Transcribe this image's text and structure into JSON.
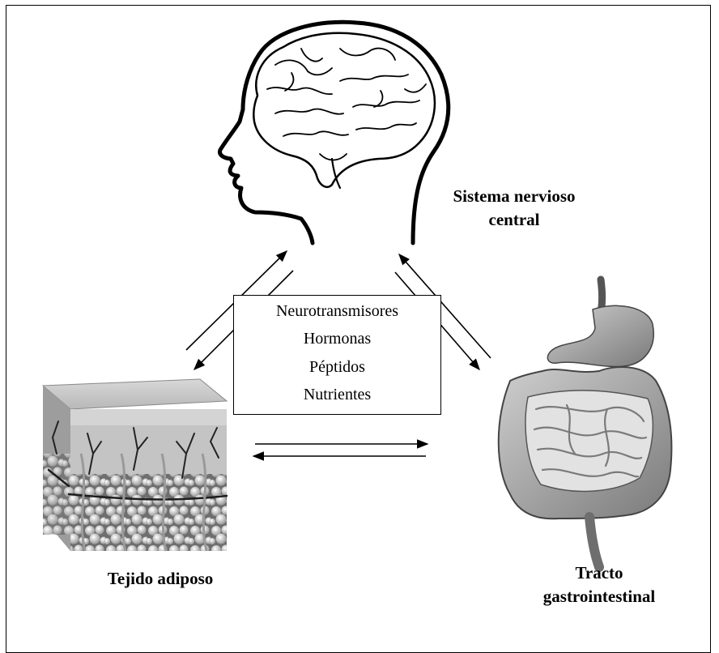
{
  "labels": {
    "cns_line1": "Sistema nervioso",
    "cns_line2": "central",
    "adipose": "Tejido adiposo",
    "gi_line1": "Tracto",
    "gi_line2": "gastrointestinal"
  },
  "center_box": {
    "items": [
      "Neurotransmisores",
      "Hormonas",
      "Péptidos",
      "Nutrientes"
    ]
  },
  "illustrations": [
    "head-brain",
    "adipose-tissue-block",
    "digestive-tract"
  ]
}
